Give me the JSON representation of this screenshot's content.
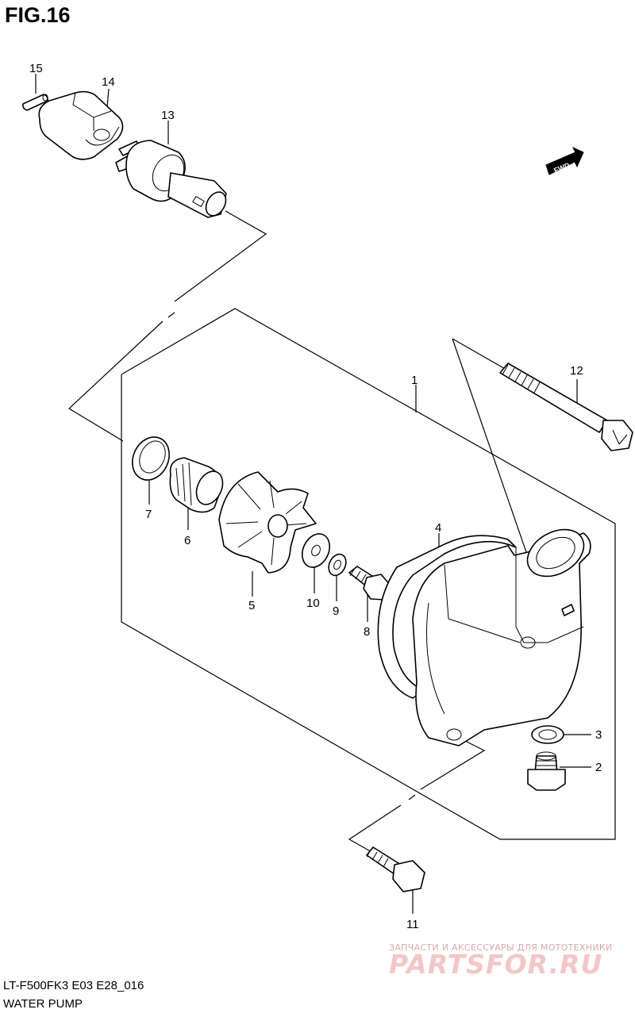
{
  "figure": {
    "title": "FIG.16",
    "model_code": "LT-F500FK3 E03 E28_016",
    "name": "WATER PUMP",
    "direction_badge": "FWD"
  },
  "callouts": [
    "1",
    "2",
    "3",
    "4",
    "5",
    "6",
    "7",
    "8",
    "9",
    "10",
    "11",
    "12",
    "13",
    "14",
    "15"
  ],
  "watermark": {
    "tagline": "ЗАПЧАСТИ И АКСЕССУАРЫ ДЛЯ МОТОТЕХНИКИ",
    "brand": "PARTSFOR.RU"
  },
  "colors": {
    "line": "#000000",
    "background": "#ffffff",
    "watermark": "#f3c7c7"
  }
}
